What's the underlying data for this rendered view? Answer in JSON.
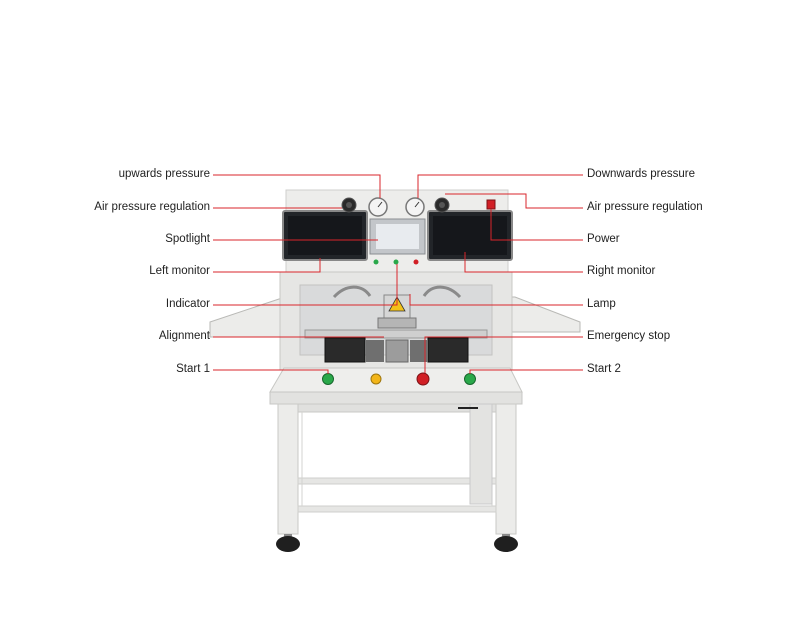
{
  "colors": {
    "leader_line": "#d9262b",
    "frame": "#e9e9e7",
    "frame_shadow": "#c9c9c6",
    "screen": "#1c1e22",
    "button_green": "#2aa84a",
    "button_red": "#d11f25",
    "button_yellow": "#f2b519"
  },
  "labels_left": [
    {
      "id": "upwards-pressure",
      "text": "upwards pressure"
    },
    {
      "id": "air-pressure-regulation-left",
      "text": "Air pressure regulation"
    },
    {
      "id": "spotlight",
      "text": "Spotlight"
    },
    {
      "id": "left-monitor",
      "text": "Left monitor"
    },
    {
      "id": "indicator",
      "text": "Indicator"
    },
    {
      "id": "alignment",
      "text": "Alignment"
    },
    {
      "id": "start-1",
      "text": "Start 1"
    }
  ],
  "labels_right": [
    {
      "id": "downwards-pressure",
      "text": "Downwards pressure"
    },
    {
      "id": "air-pressure-regulation-right",
      "text": "Air pressure regulation"
    },
    {
      "id": "power",
      "text": "Power"
    },
    {
      "id": "right-monitor",
      "text": "Right monitor"
    },
    {
      "id": "lamp",
      "text": "Lamp"
    },
    {
      "id": "emergency-stop",
      "text": "Emergency stop"
    },
    {
      "id": "start-2",
      "text": "Start 2"
    }
  ]
}
